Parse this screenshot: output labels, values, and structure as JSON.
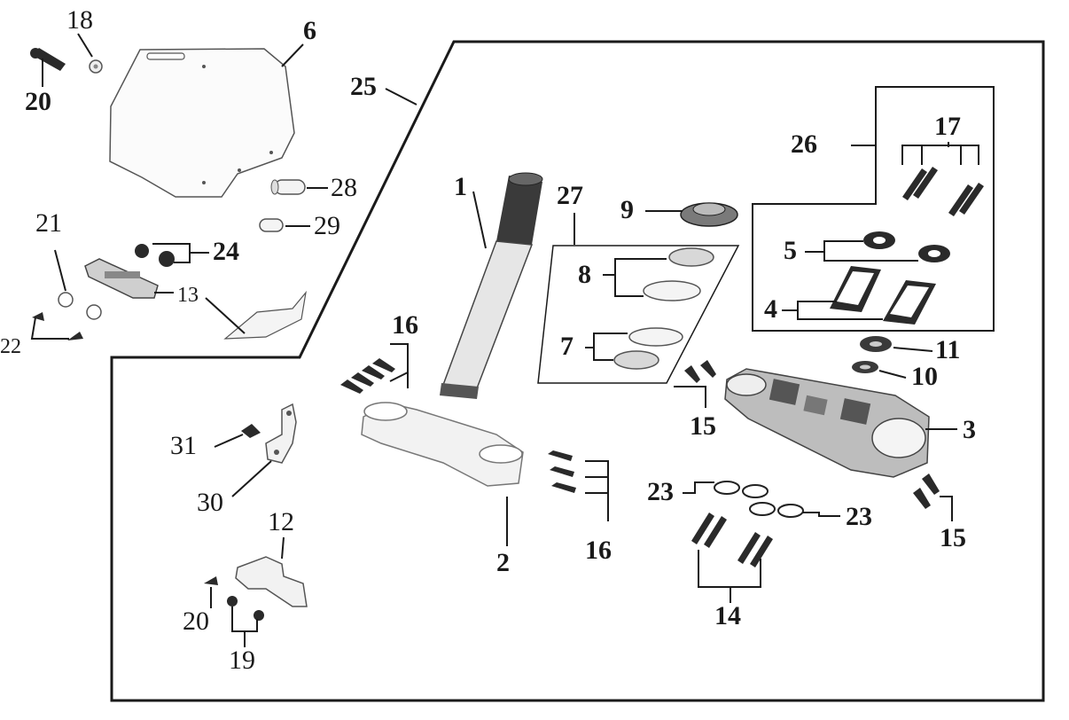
{
  "diagram": {
    "labels": {
      "l1": "1",
      "l2": "2",
      "l3": "3",
      "l4": "4",
      "l5": "5",
      "l6": "6",
      "l7": "7",
      "l8": "8",
      "l9": "9",
      "l10": "10",
      "l11": "11",
      "l12": "12",
      "l13": "13",
      "l14": "14",
      "l15a": "15",
      "l15b": "15",
      "l16a": "16",
      "l16b": "16",
      "l17": "17",
      "l18": "18",
      "l19": "19",
      "l20a": "20",
      "l20b": "20",
      "l21": "21",
      "l22": "22",
      "l23a": "23",
      "l23b": "23",
      "l24": "24",
      "l25": "25",
      "l26": "26",
      "l27": "27",
      "l28": "28",
      "l29": "29",
      "l30": "30",
      "l31": "31"
    },
    "colors": {
      "line": "#1a1a1a",
      "part_outline": "#555555",
      "part_fill": "#e8e8e8",
      "dark_part": "#2a2a2a"
    }
  }
}
